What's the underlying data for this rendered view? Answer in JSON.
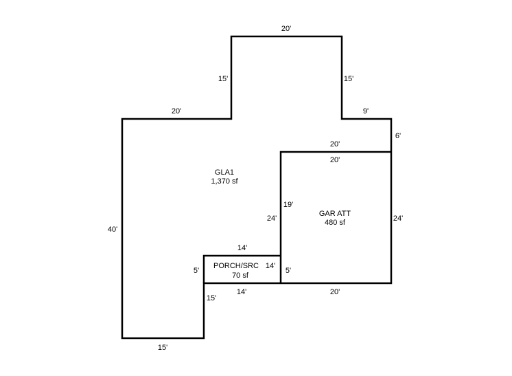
{
  "areas": {
    "gla": {
      "name": "GLA1",
      "size": "1,370 sf"
    },
    "garage": {
      "name": "GAR ATT",
      "size": "480 sf"
    },
    "porch": {
      "name": "PORCH/SRC",
      "size": "70 sf",
      "overlap_dim": "14'"
    }
  },
  "dimensions": {
    "top": "20'",
    "top_left_side": "15'",
    "top_right_side": "15'",
    "left_shoulder": "20'",
    "right_shoulder": "9'",
    "right_short": "6'",
    "garage_top_outer": "20'",
    "garage_top_inner": "20'",
    "left": "40'",
    "garage_left_inner": "19'",
    "gla_right_inner": "24'",
    "garage_right": "24'",
    "porch_top": "14'",
    "porch_left": "5'",
    "porch_right": "5'",
    "porch_bottom": "14'",
    "garage_bottom": "20'",
    "lower_right_side": "15'",
    "bottom": "15'"
  }
}
